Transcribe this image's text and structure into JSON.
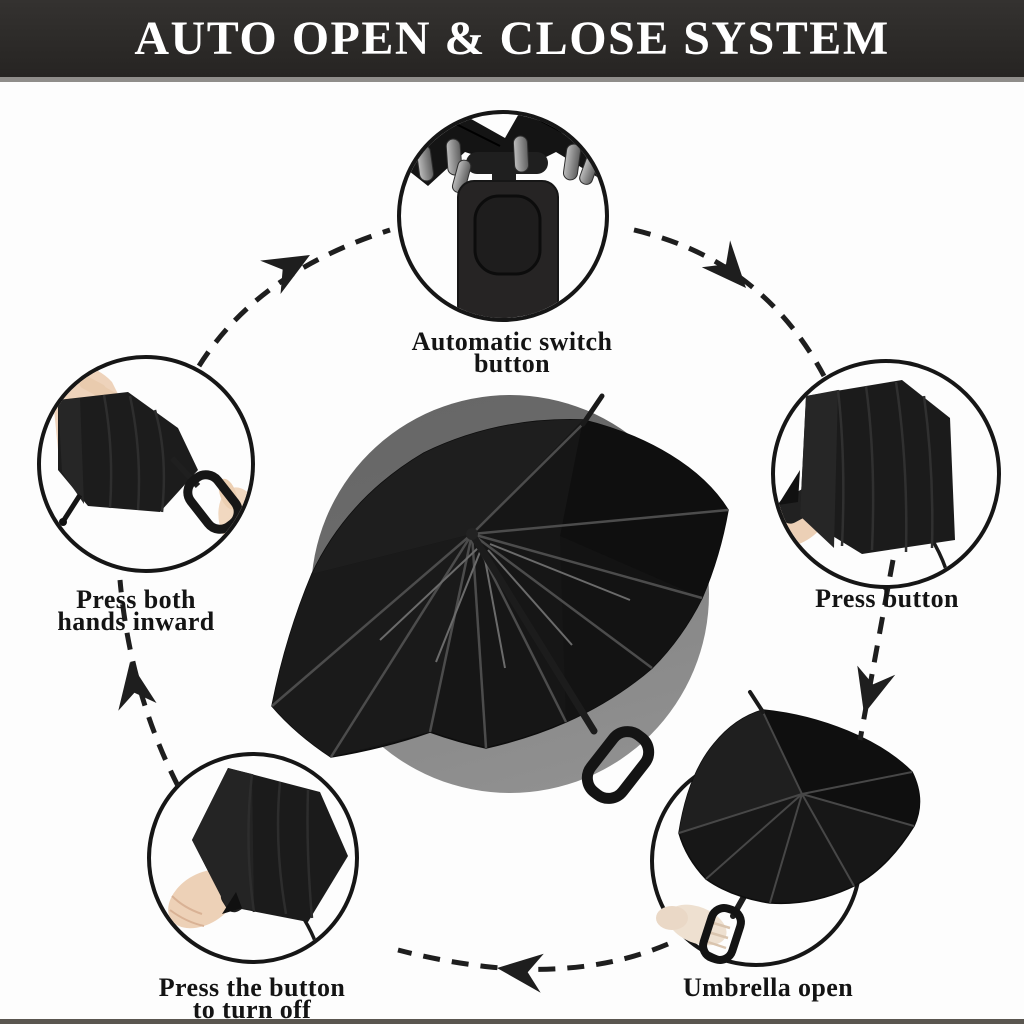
{
  "title": "AUTO OPEN & CLOSE SYSTEM",
  "diagram": {
    "type": "circular-flow",
    "flow_direction": "clockwise",
    "center_illustration": "open black folding umbrella over a gray circle",
    "arrow_style": "dashed black lines with solid dart arrowheads",
    "steps": [
      {
        "id": "automatic-switch-button",
        "position": "top",
        "lines": [
          "Automatic switch",
          "button"
        ],
        "illustration": "close-up of umbrella handle with automatic switch button and folded rib tips"
      },
      {
        "id": "press-button",
        "position": "right",
        "lines": [
          "Press button"
        ],
        "illustration": "hand holding folded umbrella by the handle"
      },
      {
        "id": "umbrella-open",
        "position": "bottom-right",
        "lines": [
          "Umbrella open"
        ],
        "illustration": "small open umbrella held by a hand"
      },
      {
        "id": "press-the-button-to-turn-off",
        "position": "bottom-left",
        "lines": [
          "Press the button",
          "to turn off"
        ],
        "illustration": "hand holding folded umbrella with hanging strap"
      },
      {
        "id": "press-both-hands-inward",
        "position": "left",
        "lines": [
          "Press both",
          "hands inward"
        ],
        "illustration": "two hands pressing the folded umbrella inward"
      }
    ]
  },
  "colors": {
    "background": "#fdfdfd",
    "banner_bg": "#2b2927",
    "banner_text": "#ffffff",
    "banner_border": "#8f8d8a",
    "label_text": "#141414",
    "arrow": "#1e1e1e",
    "circle_stroke": "#161616",
    "gray_circle_dark": "#6a6a6a",
    "gray_circle_light": "#8c8c8c",
    "umbrella_black": "#171717",
    "metal_tip": "#8d8d8d",
    "skin_tone": "#ecd0b6",
    "bottom_bar": "#5a5650"
  }
}
